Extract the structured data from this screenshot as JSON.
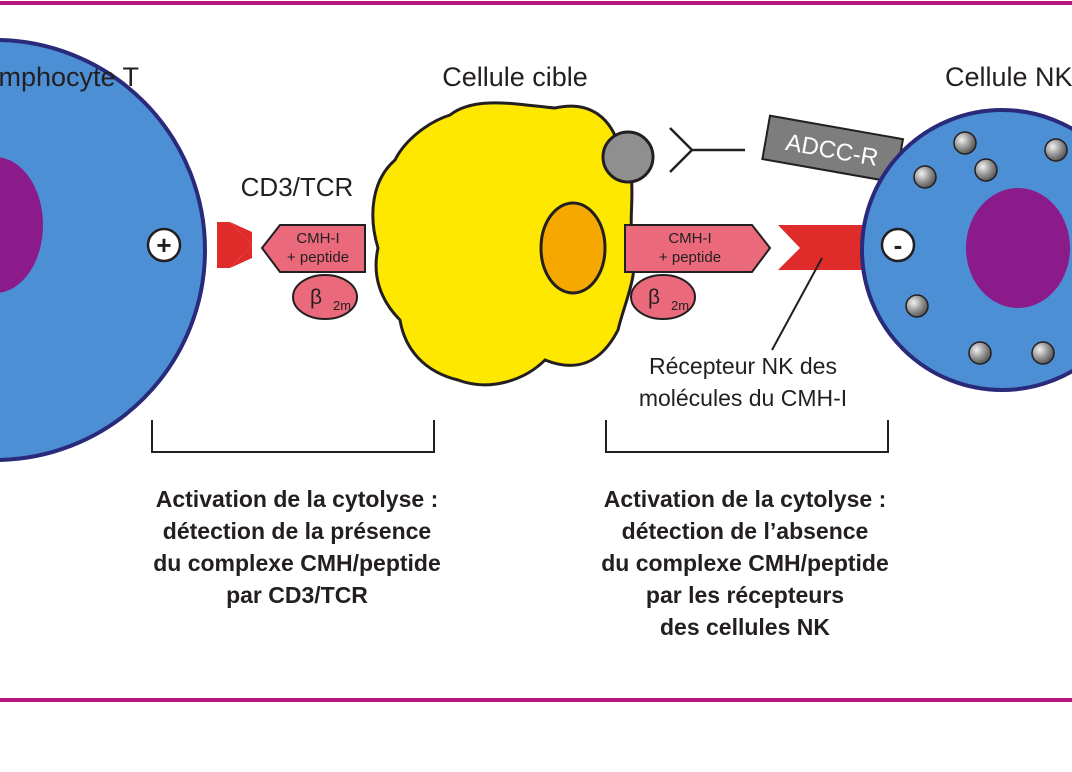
{
  "labels": {
    "t_cell": "Lymphocyte T",
    "target_cell": "Cellule cible",
    "nk_cell": "Cellule NK",
    "cd3_tcr": "CD3/TCR",
    "adcc_r": "ADCC-R",
    "mhc_line1": "CMH-I",
    "mhc_line2": "+ peptide",
    "beta": "β",
    "beta_sub": "2m",
    "plus": "+",
    "minus": "-",
    "nk_receptor_line1": "Récepteur NK des",
    "nk_receptor_line2": "molécules du CMH-I"
  },
  "captions": {
    "left": [
      "Activation de la cytolyse :",
      "détection de la présence",
      "du complexe CMH/peptide",
      "par CD3/TCR"
    ],
    "right": [
      "Activation de la cytolyse :",
      "détection de l’absence",
      "du complexe CMH/peptide",
      "par les récepteurs",
      "des cellules NK"
    ]
  },
  "colors": {
    "border_line": "#b5177f",
    "cell_blue": "#4d8fd4",
    "cell_outline": "#2a2a7a",
    "nucleus_purple": "#8b1a8b",
    "target_yellow": "#ffe800",
    "target_nucleus": "#f5a800",
    "mhc_pink": "#ea6a7c",
    "receptor_red": "#e02b2b",
    "granule_grey": "#8f8f8f",
    "adcc_grey": "#7d7d7d"
  }
}
